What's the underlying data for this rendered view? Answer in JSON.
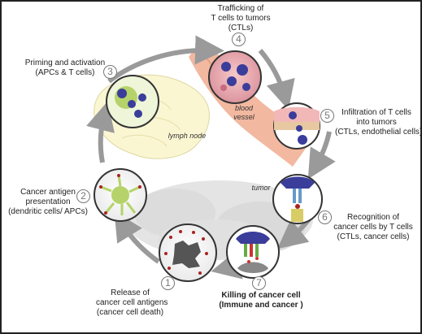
{
  "steps": [
    {
      "num": "1",
      "line1": "Release of",
      "line2": "cancer cell antigens",
      "line3": "(cancer cell death)"
    },
    {
      "num": "2",
      "line1": "Cancer antigen",
      "line2": "presentation",
      "line3": "(dendritic cells/ APCs)"
    },
    {
      "num": "3",
      "line1": "Priming and activation",
      "line2": "(APCs & T cells)"
    },
    {
      "num": "4",
      "line1": "Trafficking of",
      "line2": "T cells to tumors",
      "line3": "(CTLs)"
    },
    {
      "num": "5",
      "line1": "Infiltration of T cells",
      "line2": "into tumors",
      "line3": "(CTLs, endothelial cells)"
    },
    {
      "num": "6",
      "line1": "Recognition of",
      "line2": "cancer cells by T cells",
      "line3": "(CTLs, cancer cells)"
    },
    {
      "num": "7",
      "line1": "Killing of cancer cell",
      "line2": "(Immune and cancer )"
    }
  ],
  "annotations": {
    "lymph_node": "lymph node",
    "blood_vessel_1": "blood",
    "blood_vessel_2": "vessel",
    "tumor": "tumor"
  },
  "colors": {
    "cycle_arrow": "#9a9a9a",
    "vessel": "#f2b8a0",
    "tcell": "#3a3d9a",
    "dendritic": "#b5d36a",
    "lymph": "#fbf6d2",
    "tumor": "#e2e2e2"
  }
}
